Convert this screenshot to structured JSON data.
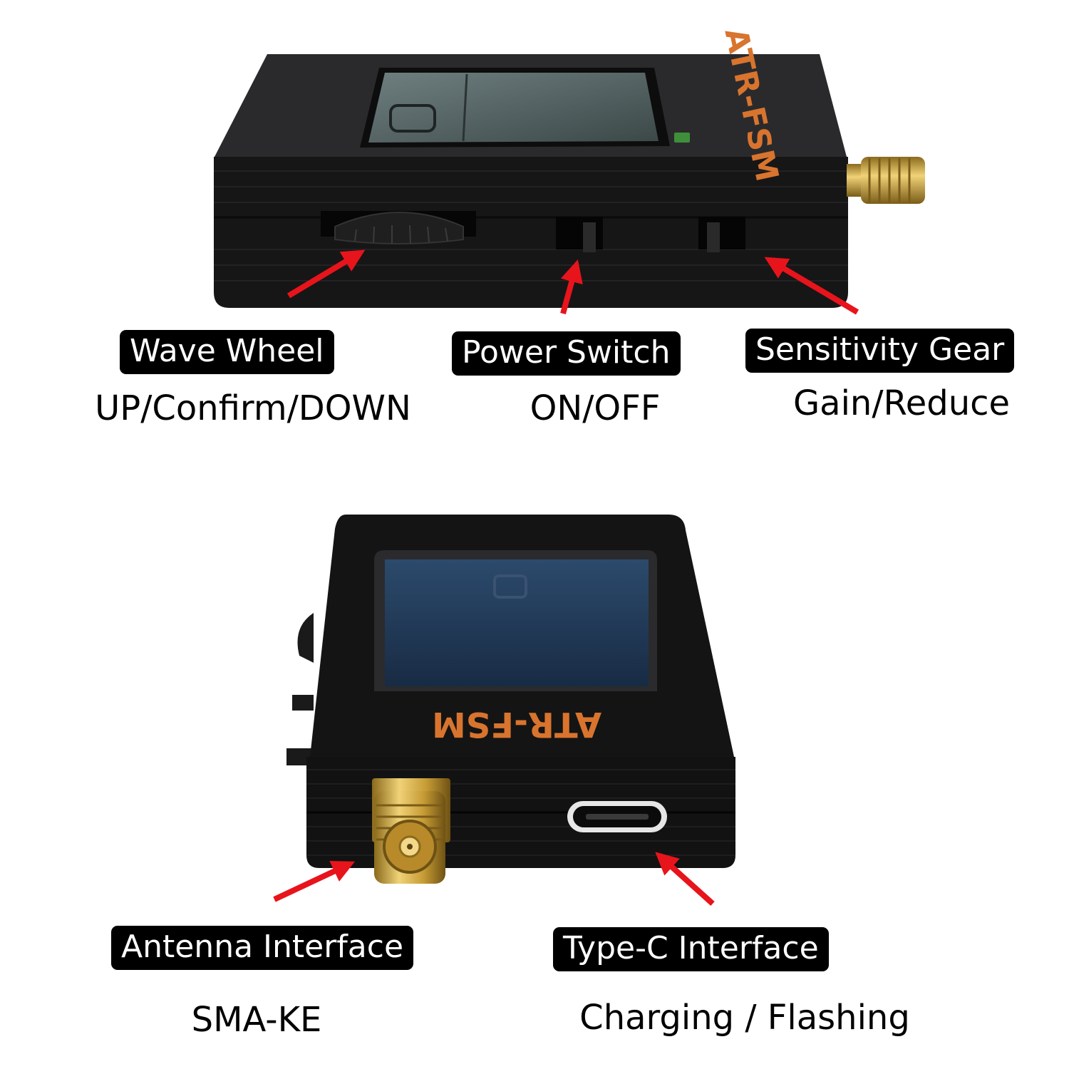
{
  "device": {
    "brand_text": "ATR-FSM"
  },
  "top_photo": {
    "labels": [
      {
        "title": "Wave Wheel",
        "description": "UP/Confirm/DOWN"
      },
      {
        "title": "Power Switch",
        "description": "ON/OFF"
      },
      {
        "title": "Sensitivity Gear",
        "description": "Gain/Reduce"
      }
    ]
  },
  "bottom_photo": {
    "labels": [
      {
        "title": "Antenna Interface",
        "description": "SMA-KE"
      },
      {
        "title": "Type-C Interface",
        "description": "Charging / Flashing"
      }
    ]
  },
  "colors": {
    "arrow": "#e8141b",
    "case": "#141414",
    "brand_text": "#d8742e",
    "connector_gold": "#c9a23a",
    "screen": "#1c3550"
  }
}
